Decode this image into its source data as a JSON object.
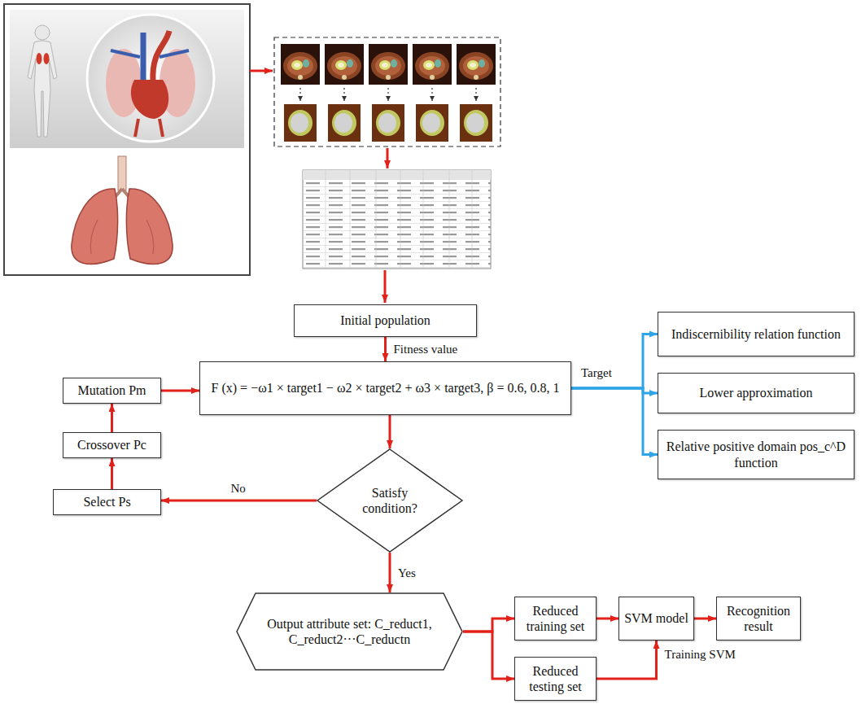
{
  "diagram": {
    "nodes": [
      {
        "text": [
          "Initial population"
        ]
      },
      {
        "text": [
          "F (x) = −ω1 × target1 − ω2 × target2 + ω3 × target3, β = 0.6, 0.8, 1"
        ]
      },
      {
        "text": [
          "Indiscernibility relation function"
        ]
      },
      {
        "text": [
          "Lower approximation"
        ]
      },
      {
        "text": [
          "Relative positive domain pos_c^D function"
        ]
      },
      {
        "text": [
          "Mutation Pm"
        ]
      },
      {
        "text": [
          "Crossover Pc"
        ]
      },
      {
        "text": [
          "Select Ps"
        ]
      },
      {
        "text": [
          "Satisfy condition?"
        ]
      },
      {
        "text": [
          "Output attribute set: C_reduct1, C_reduct2···C_reductn"
        ]
      },
      {
        "text": [
          "Reduced training set"
        ]
      },
      {
        "text": [
          "Reduced testing set"
        ]
      },
      {
        "text": [
          "SVM model"
        ]
      },
      {
        "text": [
          "Recognition result"
        ]
      }
    ],
    "edges": [
      {
        "from": 0,
        "to": 1,
        "arrow": "to",
        "label": "Fitness value"
      },
      {
        "from": 1,
        "to": 2,
        "arrow": "to",
        "label": "Target"
      },
      {
        "from": 1,
        "to": 3,
        "arrow": "to"
      },
      {
        "from": 1,
        "to": 4,
        "arrow": "to"
      },
      {
        "from": 1,
        "to": 8,
        "arrow": "to"
      },
      {
        "from": 8,
        "to": 7,
        "arrow": "to",
        "label": "No"
      },
      {
        "from": 7,
        "to": 6,
        "arrow": "to"
      },
      {
        "from": 6,
        "to": 5,
        "arrow": "to"
      },
      {
        "from": 5,
        "to": 1,
        "arrow": "to"
      },
      {
        "from": 8,
        "to": 9,
        "arrow": "to",
        "label": "Yes"
      },
      {
        "from": 9,
        "to": 10,
        "arrow": "to"
      },
      {
        "from": 9,
        "to": 11,
        "arrow": "to"
      },
      {
        "from": 10,
        "to": 12,
        "arrow": "to"
      },
      {
        "from": 11,
        "to": 12,
        "arrow": "to",
        "label": "Training SVM"
      },
      {
        "from": 12,
        "to": 13,
        "arrow": "to"
      }
    ]
  }
}
